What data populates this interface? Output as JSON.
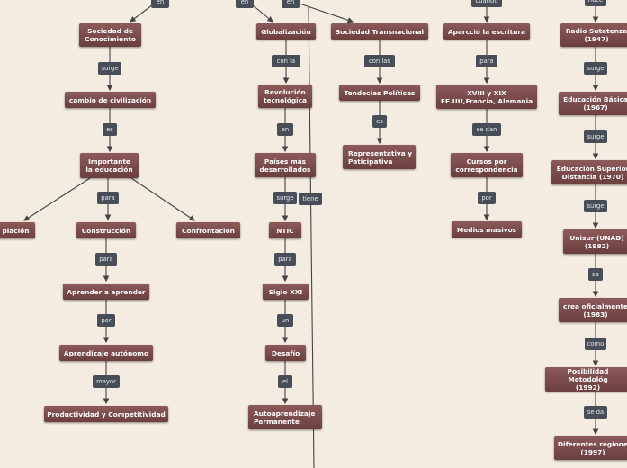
{
  "nodes": {
    "sociedad_conocimiento": "Sociedad de\nConocimiento",
    "cambio_civilizacion": "cambio de civilización",
    "importante_educacion": "Importante\nla educación",
    "contemplacion": "plación",
    "construccion": "Construcción",
    "confrontacion": "Confrontación",
    "aprender_aprender": "Aprender a aprender",
    "aprendizaje_autonomo": "Aprendizaje autónomo",
    "productividad": "Productividad y Competitividad",
    "globalizacion": "Globalización",
    "revolucion_tecnologica": "Revolución\ntecnológica",
    "paises_desarrollados": "Países más\ndesarrollados",
    "ntic": "NTIC",
    "siglo_xxi": "Siglo XXI",
    "desafio": "Desafío",
    "autoaprendizaje": "Autoaprendizaje\nPermanente",
    "sociedad_transnacional": "Sociedad Transnacional",
    "tendencias_politicas": "Tendecias Políticas",
    "representativa": "Representativa y\nPaticipativa",
    "escritura": "Aparcció la escritura",
    "xviii_xix": "XVIII y XIX\nEE.UU,Francia, Alemania",
    "cursos_correspondencia": "Cursos por\ncorrespondencia",
    "medios_masivos": "Medios masivos",
    "radio_sutatenza": "Radio Sutatenza\n(1947)",
    "educacion_basica": "Educación Básica\n(1967)",
    "educacion_superior": "Educación Superior\nDistancia    (1970)",
    "unisur": "Unisur (UNAD)\n(1982)",
    "crea_oficialmente": "crea oficialmente\n(1983)",
    "posibilidad_metodologica": "Posibilidad Metodológ\n(1992)",
    "diferentes_regiones": "Diferentes regione\n(1997)"
  },
  "links": {
    "en_1": "en",
    "en_2": "en",
    "en_3": "en",
    "surge_1": "surge",
    "es_1": "es",
    "para_1": "para",
    "para_2": "para",
    "por_1": "por",
    "mayor": "mayor",
    "con_la": "con la",
    "en_4": "en",
    "surge_2": "surge",
    "tiene": "tiene",
    "para_3": "para",
    "un": "un",
    "el": "el",
    "con_las": "con las",
    "es_2": "es",
    "cuando": "cuando",
    "para_4": "para",
    "se_dan": "se dan",
    "por_2": "por",
    "nace": "nace",
    "surge_3": "surge",
    "surge_4": "surge",
    "surge_5": "surge",
    "se": "se",
    "como": "como",
    "se_da": "se da"
  },
  "colors": {
    "background": "#f4ece0",
    "node_fill": "#7a4a4a",
    "link_fill": "#474e57",
    "connector": "#444444"
  }
}
